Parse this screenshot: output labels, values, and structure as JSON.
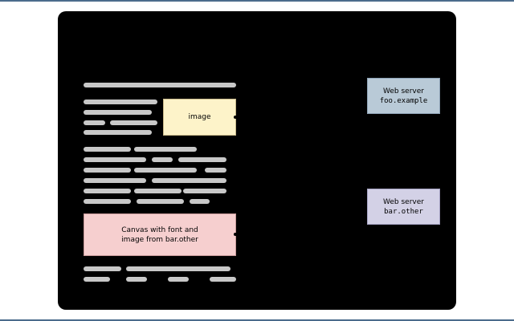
{
  "image_box": {
    "label": "image"
  },
  "canvas_box": {
    "line1": "Canvas with font and",
    "line2": "image from bar.other"
  },
  "server_foo": {
    "title": "Web server",
    "host": "foo.example"
  },
  "server_bar": {
    "title": "Web server",
    "host": "bar.other"
  },
  "colors": {
    "panel": "#000000",
    "text_bar": "#c8c8c8",
    "image_fill": "#fdf3c9",
    "canvas_fill": "#f6cfcf",
    "server_foo_fill": "#b9cad7",
    "server_bar_fill": "#d3d1e6"
  }
}
